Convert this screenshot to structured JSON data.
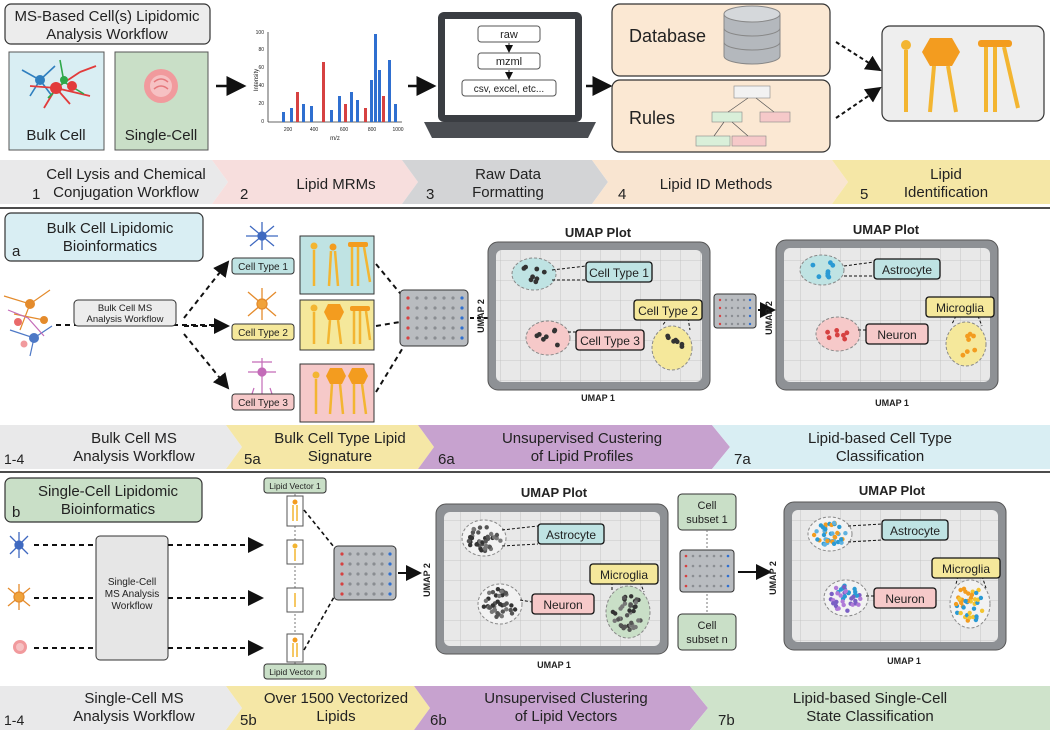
{
  "workflow": {
    "title_line1": "MS-Based Cell(s) Lipidomic",
    "title_line2": "Analysis Workflow",
    "bulk_label": "Bulk Cell",
    "single_label": "Single-Cell",
    "spectrum": {
      "ylabel": "Intensity",
      "xlabel": "m/z",
      "xticks": [
        "200",
        "400",
        "600",
        "800",
        "1000"
      ],
      "yticks": [
        "0",
        "20",
        "40",
        "60",
        "80",
        "100"
      ]
    },
    "laptop": {
      "raw": "raw",
      "mzml": "mzml",
      "csv": "csv, excel, etc..."
    },
    "database_label": "Database",
    "rules_label": "Rules"
  },
  "steps_top": [
    {
      "num": "1",
      "line1": "Cell Lysis and Chemical",
      "line2": "Conjugation Workflow",
      "color": "#e9e9ea"
    },
    {
      "num": "2",
      "line1": "Lipid MRMs",
      "line2": "",
      "color": "#f7dedd"
    },
    {
      "num": "3",
      "line1": "Raw Data",
      "line2": "Formatting",
      "color": "#d3d4d6"
    },
    {
      "num": "4",
      "line1": "Lipid ID Methods",
      "line2": "",
      "color": "#f9e5d1"
    },
    {
      "num": "5",
      "line1": "Lipid",
      "line2": "Identification",
      "color": "#f5e7a6"
    }
  ],
  "bulk": {
    "title_line1": "Bulk Cell Lipidomic",
    "title_line2": "Bioinformatics",
    "tag": "a",
    "input_line1": "Bulk Cell MS",
    "input_line2": "Analysis Workflow",
    "cell_types": [
      "Cell Type 1",
      "Cell Type 2",
      "Cell Type 3"
    ],
    "umap_title": "UMAP Plot",
    "umap_x": "UMAP 1",
    "umap_y": "UMAP 2",
    "cluster_labels": [
      "Cell Type 1",
      "Cell Type 2",
      "Cell Type 3"
    ],
    "result_labels": [
      "Astrocyte",
      "Microglia",
      "Neuron"
    ]
  },
  "steps_mid": [
    {
      "num": "1-4",
      "line1": "Bulk Cell MS",
      "line2": "Analysis Workflow",
      "color": "#e9e9ea"
    },
    {
      "num": "5a",
      "line1": "Bulk Cell Type Lipid",
      "line2": "Signature",
      "color": "#f5e7a6"
    },
    {
      "num": "6a",
      "line1": "Unsupervised Custering",
      "line2": "of Lipid Profiles",
      "color": "#c7a2cf"
    },
    {
      "num": "7a",
      "line1": "Lipid-based Cell Type",
      "line2": "Classification",
      "color": "#d9eef3"
    }
  ],
  "single": {
    "title_line1": "Single-Cell Lipidomic",
    "title_line2": "Bioinformatics",
    "tag": "b",
    "box_line1": "Single-Cell",
    "box_line2": "MS Analysis",
    "box_line3": "Workflow",
    "vector_top": "Lipid Vector 1",
    "vector_bottom": "Lipid Vector n",
    "umap_title": "UMAP Plot",
    "umap_x": "UMAP 1",
    "umap_y": "UMAP 2",
    "labels": [
      "Astrocyte",
      "Microglia",
      "Neuron"
    ],
    "subset1_line1": "Cell",
    "subset1_line2": "subset 1",
    "subsetn_line1": "Cell",
    "subsetn_line2": "subset n"
  },
  "steps_bottom": [
    {
      "num": "1-4",
      "line1": "Single-Cell MS",
      "line2": "Analysis Workflow",
      "color": "#e9e9ea"
    },
    {
      "num": "5b",
      "line1": "Over 1500 Vectorized",
      "line2": "Lipids",
      "color": "#f5e7a6"
    },
    {
      "num": "6b",
      "line1": "Unsupervised Clustering",
      "line2": "of Lipid Vectors",
      "color": "#c7a2cf"
    },
    {
      "num": "7b",
      "line1": "Lipid-based Single-Cell",
      "line2": "State Classification",
      "color": "#cfe3cb"
    }
  ],
  "colors": {
    "teal_label": "#bfe3e3",
    "yellow_label": "#f5e89b",
    "pink_label": "#f6c9c9",
    "green_panel": "#c9dfc7",
    "blue_panel": "#d9eef3",
    "lipid_yellow": "#f3b531",
    "peach": "#fbe8d3"
  }
}
